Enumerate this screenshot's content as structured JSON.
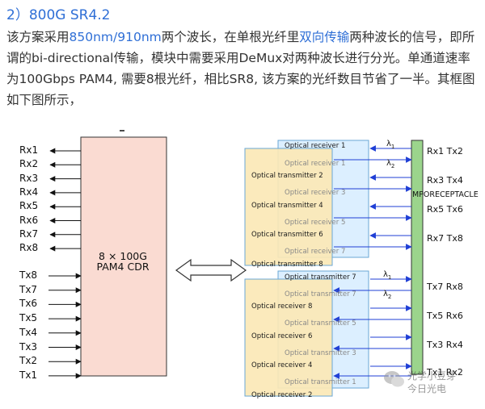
{
  "article": {
    "heading": "2）800G SR4.2",
    "p_seg1": "该方案采用",
    "p_link1": "850nm/910nm",
    "p_seg2": "两个波长，在单根光纤里",
    "p_link2": "双向传输",
    "p_seg3": "两种波长的信号，即所谓的bi-directional传输，模块中需要采用DeMux对两种波长进行分光。单通道速率为100Gbps PAM4, 需要8根光纤，相比SR8, 该方案的光纤数目节省了一半。其框图如下图所示，"
  },
  "diagram": {
    "rx_signals": [
      "Rx1",
      "Rx2",
      "Rx3",
      "Rx4",
      "Rx5",
      "Rx6",
      "Rx7",
      "Rx8"
    ],
    "tx_signals": [
      "Tx8",
      "Tx7",
      "Tx6",
      "Tx5",
      "Tx4",
      "Tx3",
      "Tx2",
      "Tx1"
    ],
    "cdr_line1": "8 × 100G",
    "cdr_line2": "PAM4 CDR",
    "upper_back": [
      "Optical receiver 1",
      "Optical receiver 3",
      "Optical receiver 5",
      "Optical receiver 7"
    ],
    "upper_front": [
      "Optical transmitter 2",
      "Optical transmitter 4",
      "Optical transmitter 6",
      "Optical transmitter 8"
    ],
    "lower_back": [
      "Optical transmitter 7",
      "Optical transmitter 5",
      "Optical transmitter 3",
      "Optical transmitter 1"
    ],
    "lower_front": [
      "Optical receiver 8",
      "Optical receiver 6",
      "Optical receiver 4",
      "Optical receiver 2"
    ],
    "lambda1": "λ1",
    "lambda2": "λ2",
    "mpo_label": "MPO RECEPTACLE",
    "ports": [
      "Rx1 Tx2",
      "Rx3 Tx4",
      "Rx5 Tx6",
      "Rx7 Tx8",
      "Tx7 Rx8",
      "Tx5 Rx6",
      "Tx3 Rx4",
      "Tx1 Rx2"
    ],
    "colors": {
      "back_box": "#dcefff",
      "front_box": "#fbe8b6",
      "box_border": "#6aa7d6",
      "cdr": "#fadbd2",
      "mpo": "#9bd48c",
      "arrow": "#1f3fd6"
    }
  },
  "watermark": {
    "line1": "光学小豆芽",
    "line2": "今日光电"
  }
}
